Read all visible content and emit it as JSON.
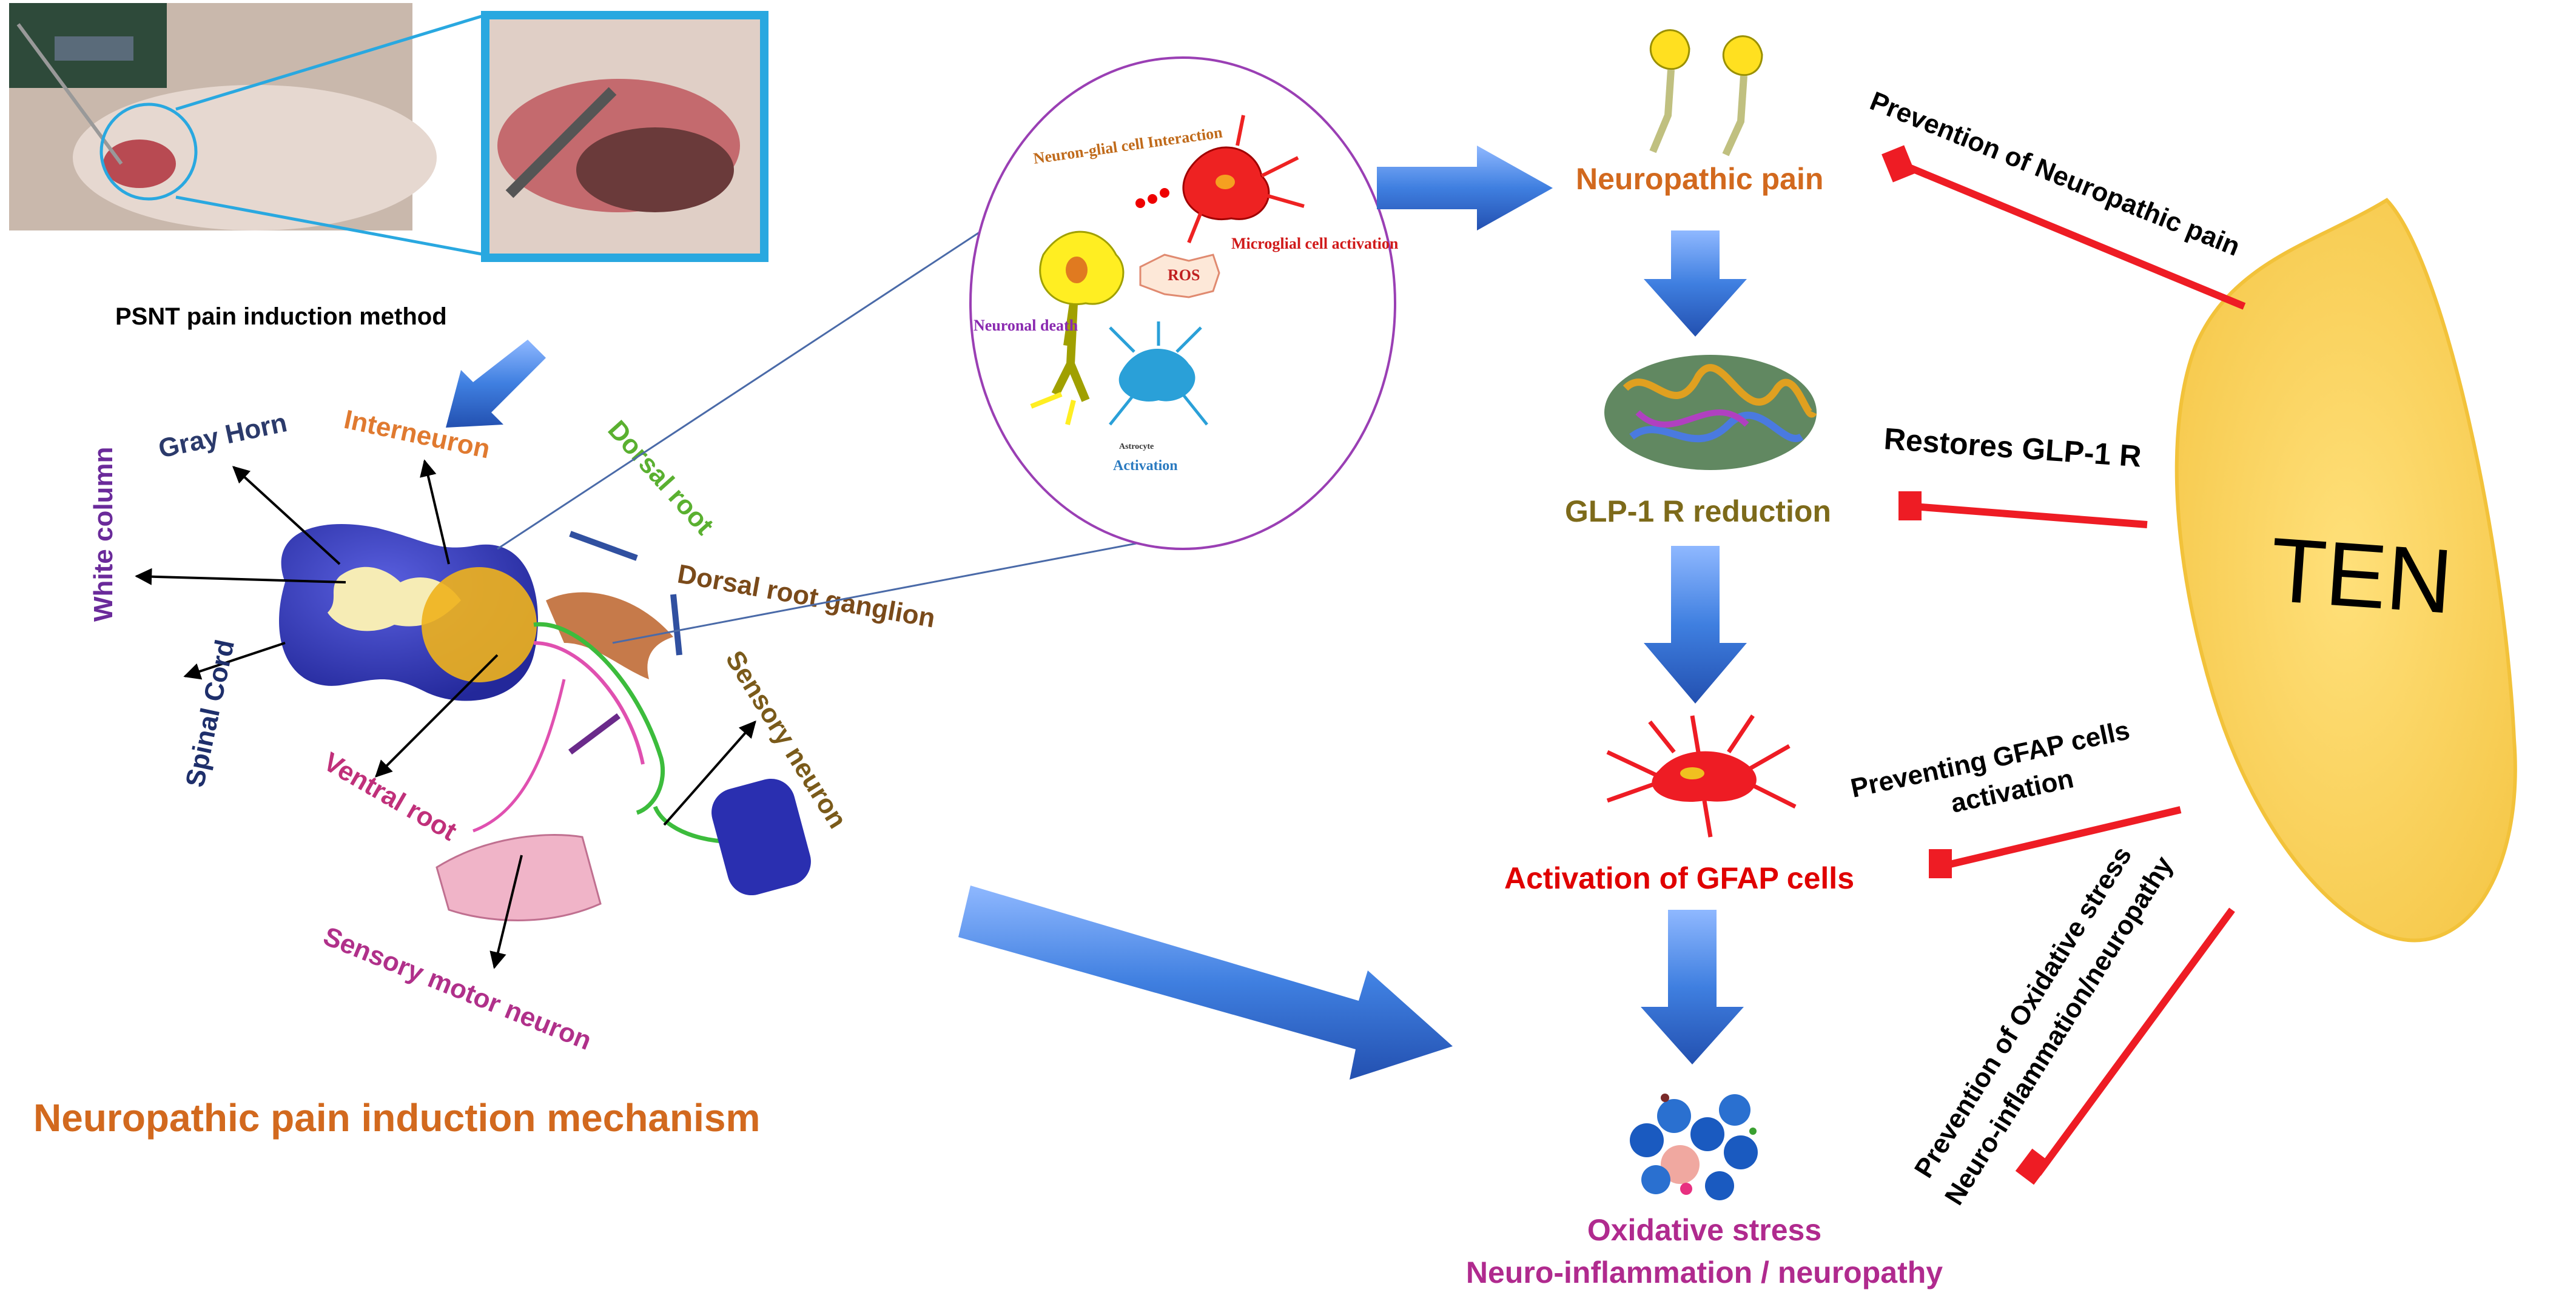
{
  "labels": {
    "psnt_method": "PSNT pain induction method",
    "gray_horn": "Gray Horn",
    "interneuron": "Interneuron",
    "dorsal_root": "Dorsal root",
    "white_column": "White column",
    "dorsal_root_ganglion": "Dorsal root ganglion",
    "spinal_cord": "Spinal Cord",
    "sensory_neuron": "Sensory neuron",
    "ventral_root": "Ventral root",
    "sensory_motor_neuron": "Sensory motor neuron",
    "mechanism_title": "Neuropathic pain induction mechanism"
  },
  "inset": {
    "interaction": "Neuron-glial cell Interaction",
    "microglial": "Microglial cell activation",
    "ros": "ROS",
    "neuronal_death": "Neuronal death",
    "astrocyte": "Astrocyte",
    "activation": "Activation"
  },
  "pathway": {
    "neuropathic_pain": "Neuropathic pain",
    "glp1_reduction": "GLP-1 R reduction",
    "gfap_activation": "Activation of  GFAP cells",
    "oxidative_stress": "Oxidative stress",
    "neuroinflammation": "Neuro-inflammation / neuropathy"
  },
  "ten": {
    "label": "TEN",
    "prevention_pain": "Prevention of  Neuropathic pain",
    "restores_glp1": "Restores GLP-1 R",
    "preventing_gfap_1": "Preventing GFAP cells",
    "preventing_gfap_2": "activation",
    "prevention_oxidative_1": "Prevention of Oxidative stress",
    "prevention_oxidative_2": "Neuro-inflammation/neuropathy"
  },
  "colors": {
    "arrow_blue": "#3f7fe0",
    "inhibit_red": "#ee1c24",
    "ten_yellow": "#fdd563",
    "spinal_blue": "#3a3fb5",
    "orange_text": "#d2691e",
    "olive_text": "#7d6a1a",
    "magenta_text": "#b02a8e",
    "red_text": "#e00000"
  }
}
